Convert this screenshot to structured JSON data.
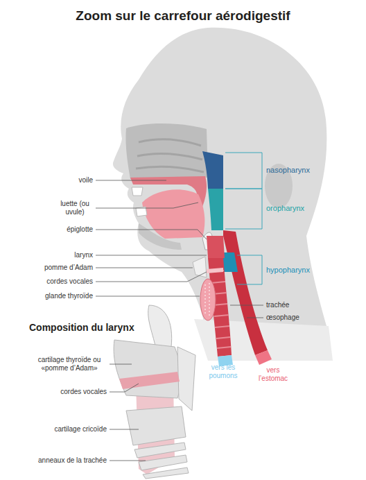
{
  "diagram": {
    "title": "Zoom sur le carrefour aérodigestif",
    "labels": [
      "voile",
      "luette (ou uvule)",
      "épiglotte",
      "larynx",
      "pomme d’Adam",
      "cordes vocales",
      "glande thyroïde",
      "nasopharynx",
      "oropharynx",
      "hypopharynx",
      "trachée",
      "œsophage",
      "vers les poumons",
      "vers l’estomac",
      "Composition du larynx",
      "cartilage thyroïde ou «pomme d’Adam»",
      "cordes vocales",
      "cartilage cricoïde",
      "anneaux de la trachée"
    ]
  }
}
